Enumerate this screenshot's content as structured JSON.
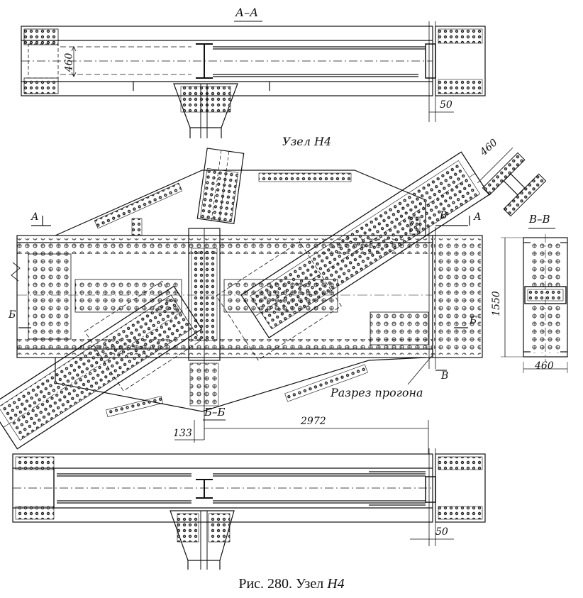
{
  "labels": {
    "section_aa": "А–А",
    "node_title": "Узел Н4",
    "section_vv": "В–В",
    "section_bb": "Б–Б",
    "cut_note": "Разрез прогона",
    "mark_a_left": "А",
    "mark_a_right": "А",
    "mark_b_left": "Б",
    "mark_b_right": "Б",
    "mark_v_top": "В",
    "mark_v_bottom": "В"
  },
  "dimensions": {
    "height_460": "460",
    "width_460_top": "460",
    "width_460_bottom": "460",
    "height_1550": "1550",
    "gap_50_top": "50",
    "gap_50_bottom": "50",
    "offset_133": "133",
    "length_2972": "2972"
  },
  "caption": {
    "prefix": "Рис. 280. Узел ",
    "node": "Н4"
  }
}
